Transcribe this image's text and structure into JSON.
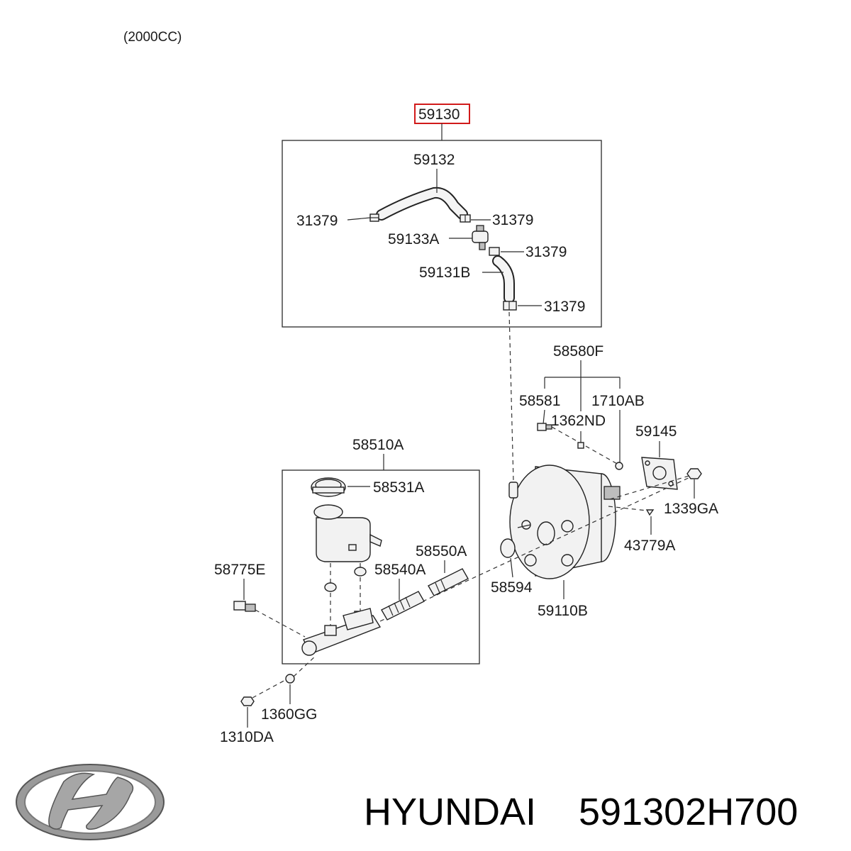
{
  "diagram": {
    "engine_note": "(2000CC)",
    "highlighted_part": "59130",
    "parts": {
      "p59132": "59132",
      "p31379_a": "31379",
      "p31379_b": "31379",
      "p31379_c": "31379",
      "p31379_d": "31379",
      "p59133A": "59133A",
      "p59131B": "59131B",
      "p58580F": "58580F",
      "p58581": "58581",
      "p1710AB": "1710AB",
      "p1362ND": "1362ND",
      "p59145": "59145",
      "p1339GA": "1339GA",
      "p43779A": "43779A",
      "p58594": "58594",
      "p59110B": "59110B",
      "p58510A": "58510A",
      "p58531A": "58531A",
      "p58550A": "58550A",
      "p58540A": "58540A",
      "p58775E": "58775E",
      "p1360GG": "1360GG",
      "p1310DA": "1310DA"
    }
  },
  "footer": {
    "brand_name": "HYUNDAI",
    "part_number": "591302H700",
    "logo_icon": "hyundai-logo-icon"
  }
}
